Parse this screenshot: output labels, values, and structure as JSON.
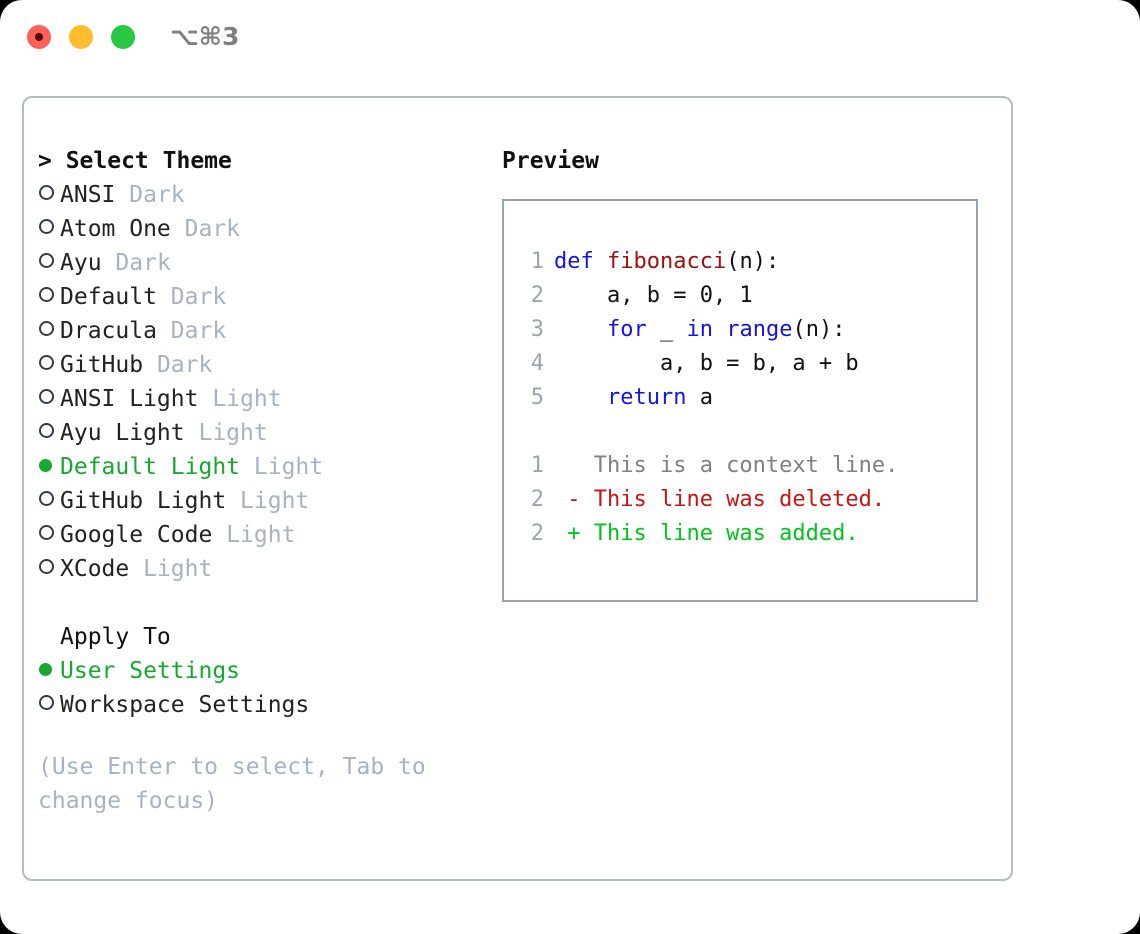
{
  "titlebar": {
    "shortcut": "⌥⌘3",
    "buttons": [
      {
        "name": "close",
        "color": "#ff6058"
      },
      {
        "name": "minimize",
        "color": "#ffbd2e"
      },
      {
        "name": "maximize",
        "color": "#28c840"
      }
    ]
  },
  "theme_list": {
    "header": "> Select Theme",
    "items": [
      {
        "marker": "○",
        "name": "ANSI",
        "category": "Dark",
        "selected": false
      },
      {
        "marker": "○",
        "name": "Atom One",
        "category": "Dark",
        "selected": false
      },
      {
        "marker": "○",
        "name": "Ayu",
        "category": "Dark",
        "selected": false
      },
      {
        "marker": "○",
        "name": "Default",
        "category": "Dark",
        "selected": false
      },
      {
        "marker": "○",
        "name": "Dracula",
        "category": "Dark",
        "selected": false
      },
      {
        "marker": "○",
        "name": "GitHub",
        "category": "Dark",
        "selected": false
      },
      {
        "marker": "○",
        "name": "ANSI Light",
        "category": "Light",
        "selected": false
      },
      {
        "marker": "○",
        "name": "Ayu Light",
        "category": "Light",
        "selected": false
      },
      {
        "marker": "●",
        "name": "Default Light",
        "category": "Light",
        "selected": true
      },
      {
        "marker": "○",
        "name": "GitHub Light",
        "category": "Light",
        "selected": false
      },
      {
        "marker": "○",
        "name": "Google Code",
        "category": "Light",
        "selected": false
      },
      {
        "marker": "○",
        "name": "XCode",
        "category": "Light",
        "selected": false
      }
    ]
  },
  "apply_to": {
    "header": "Apply To",
    "options": [
      {
        "marker": "●",
        "name": "User Settings",
        "selected": true
      },
      {
        "marker": "○",
        "name": "Workspace Settings",
        "selected": false
      }
    ]
  },
  "hint": "(Use Enter to select, Tab to change focus)",
  "preview": {
    "title": "Preview",
    "code_lines": [
      {
        "num": "1",
        "tokens": [
          {
            "t": "def",
            "c": "kw"
          },
          {
            "t": " ",
            "c": "pl"
          },
          {
            "t": "fibonacci",
            "c": "fn"
          },
          {
            "t": "(n):",
            "c": "pl"
          }
        ]
      },
      {
        "num": "2",
        "tokens": [
          {
            "t": "    a, b = 0, 1",
            "c": "pl"
          }
        ]
      },
      {
        "num": "3",
        "tokens": [
          {
            "t": "    ",
            "c": "pl"
          },
          {
            "t": "for",
            "c": "kw"
          },
          {
            "t": " _ ",
            "c": "pl"
          },
          {
            "t": "in",
            "c": "kw"
          },
          {
            "t": " ",
            "c": "pl"
          },
          {
            "t": "range",
            "c": "kw"
          },
          {
            "t": "(n):",
            "c": "pl"
          }
        ]
      },
      {
        "num": "4",
        "tokens": [
          {
            "t": "        a, b = b, a + b",
            "c": "pl"
          }
        ]
      },
      {
        "num": "5",
        "tokens": [
          {
            "t": "    ",
            "c": "pl"
          },
          {
            "t": "return",
            "c": "kw"
          },
          {
            "t": " a",
            "c": "pl"
          }
        ]
      }
    ],
    "diff_lines": [
      {
        "num": "1",
        "text": "   This is a context line.",
        "kind": "ctx"
      },
      {
        "num": "2",
        "text": " - This line was deleted.",
        "kind": "del"
      },
      {
        "num": "2",
        "text": " + This line was added.",
        "kind": "add"
      }
    ]
  },
  "colors": {
    "selected_green": "#16a830",
    "muted_gray": "#a8b2c0",
    "keyword_blue": "#1414e6",
    "function_red": "#a01010",
    "diff_deleted": "#c81414",
    "diff_added": "#00c41e",
    "border": "#b2bcc9"
  }
}
